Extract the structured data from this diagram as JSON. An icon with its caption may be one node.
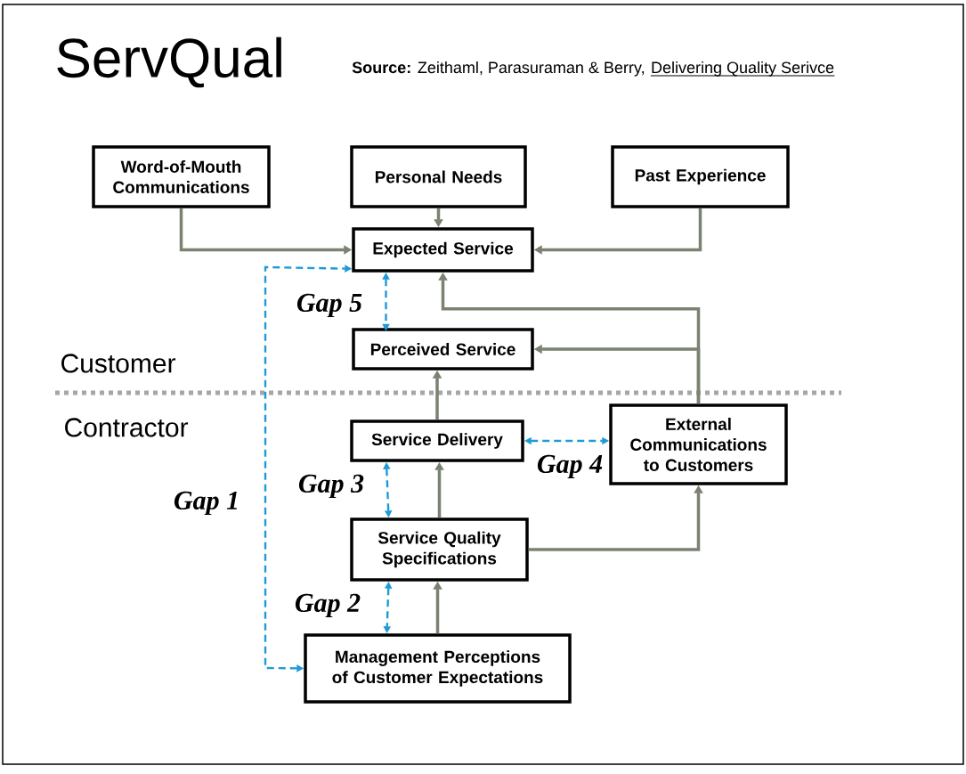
{
  "diagram": {
    "title": "ServQual",
    "nodes": [
      {
        "text": [
          "Word-of-Mouth Communications"
        ]
      },
      {
        "text": [
          "Personal Needs"
        ]
      },
      {
        "text": [
          "Past Experience"
        ]
      },
      {
        "text": [
          "Expected Service"
        ]
      },
      {
        "text": [
          "Perceived Service"
        ]
      },
      {
        "text": [
          "Service Delivery"
        ]
      },
      {
        "text": [
          "External Communications to Customers"
        ]
      },
      {
        "text": [
          "Service Quality Specifications"
        ]
      },
      {
        "text": [
          "Management Perceptions of Customer Expectations"
        ]
      }
    ],
    "edges": [
      {
        "from": 0,
        "to": 3,
        "arrow": "to"
      },
      {
        "from": 1,
        "to": 3,
        "arrow": "to"
      },
      {
        "from": 2,
        "to": 3,
        "arrow": "to"
      },
      {
        "from": 6,
        "to": 3,
        "arrow": "to"
      },
      {
        "from": 6,
        "to": 4,
        "arrow": "to"
      },
      {
        "from": 5,
        "to": 4,
        "arrow": "to"
      },
      {
        "from": 7,
        "to": 5,
        "arrow": "to"
      },
      {
        "from": 8,
        "to": 7,
        "arrow": "to"
      },
      {
        "from": 7,
        "to": 6,
        "arrow": "to"
      },
      {
        "from": 3,
        "to": 4,
        "arrow": "both",
        "label": "Gap 5",
        "style": "dashed",
        "color": "#1e9bd7"
      },
      {
        "from": 5,
        "to": 6,
        "arrow": "both",
        "label": "Gap 4",
        "style": "dashed",
        "color": "#1e9bd7"
      },
      {
        "from": 5,
        "to": 7,
        "arrow": "both",
        "label": "Gap 3",
        "style": "dashed",
        "color": "#1e9bd7"
      },
      {
        "from": 7,
        "to": 8,
        "arrow": "both",
        "label": "Gap 2",
        "style": "dashed",
        "color": "#1e9bd7"
      },
      {
        "from": 8,
        "to": 3,
        "arrow": "both",
        "label": "Gap 1",
        "style": "dashed",
        "color": "#1e9bd7"
      }
    ],
    "labels": [
      "**Source:** Zeithaml, Parasuraman & Berry,",
      "Delivering Quality Serivce",
      "Customer",
      "Contractor"
    ]
  }
}
